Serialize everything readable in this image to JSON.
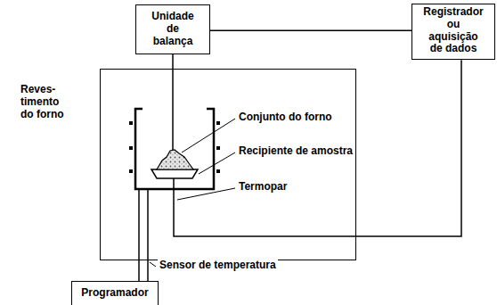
{
  "diagram": {
    "nodes": [
      {
        "text": [
          "Unidade de balança"
        ]
      },
      {
        "text": [
          "Registrador ou aquisição de dados"
        ]
      },
      {
        "text": [
          "Reves-timento do forno"
        ]
      },
      {
        "text": [
          "Programador"
        ]
      }
    ],
    "edges": [
      {
        "from": 0,
        "to": 1,
        "arrow": "none"
      },
      {
        "from": 0,
        "to": 2,
        "arrow": "none"
      },
      {
        "from": 2,
        "to": 1,
        "arrow": "none"
      },
      {
        "from": 3,
        "to": 2,
        "arrow": "none"
      }
    ],
    "labels": [
      "Conjunto do forno",
      "Recipiente de amostra",
      "Termopar",
      "Sensor de temperatura"
    ]
  }
}
